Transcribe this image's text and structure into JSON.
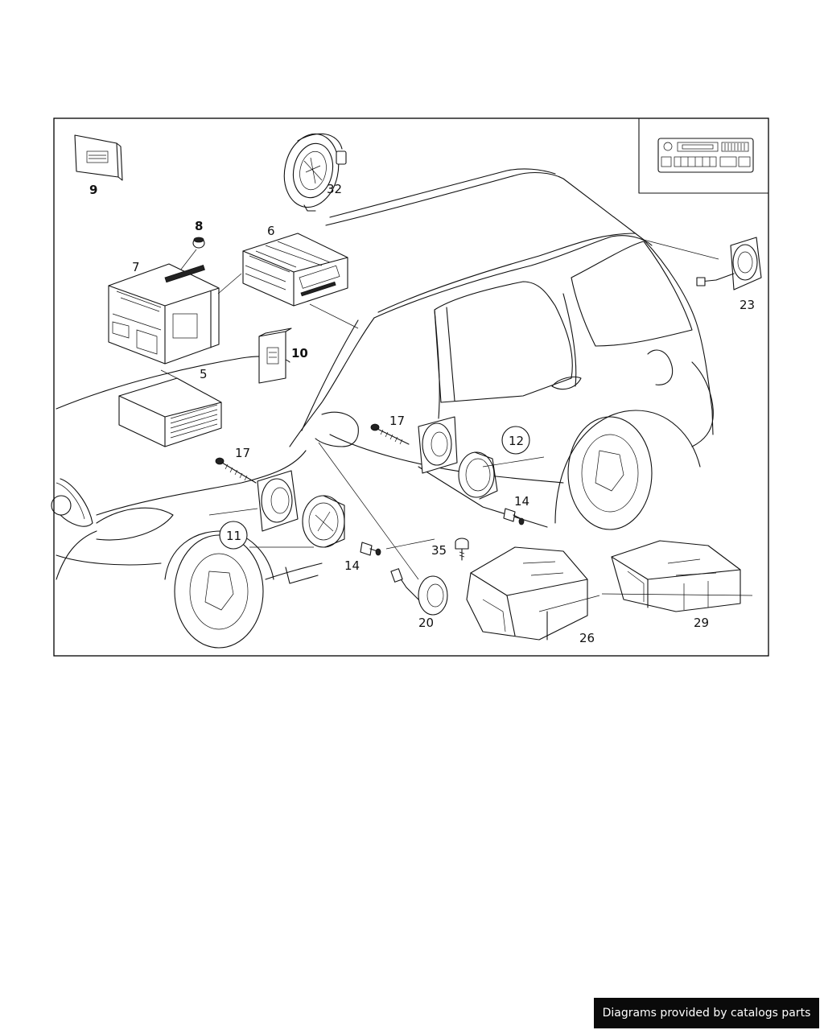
{
  "diagram": {
    "callouts": {
      "c5": "5",
      "c6": "6",
      "c7": "7",
      "c8": "8",
      "c9": "9",
      "c10": "10",
      "c11": "11",
      "c12": "12",
      "c14a": "14",
      "c14b": "14",
      "c17a": "17",
      "c17b": "17",
      "c20": "20",
      "c23": "23",
      "c26": "26",
      "c29": "29",
      "c32": "32",
      "c35": "35"
    }
  },
  "footer": {
    "text": "Diagrams provided by catalogs parts"
  },
  "colors": {
    "line": "#111111",
    "background": "#ffffff",
    "footer_bg": "#0a0a0a",
    "footer_text": "#ffffff"
  }
}
